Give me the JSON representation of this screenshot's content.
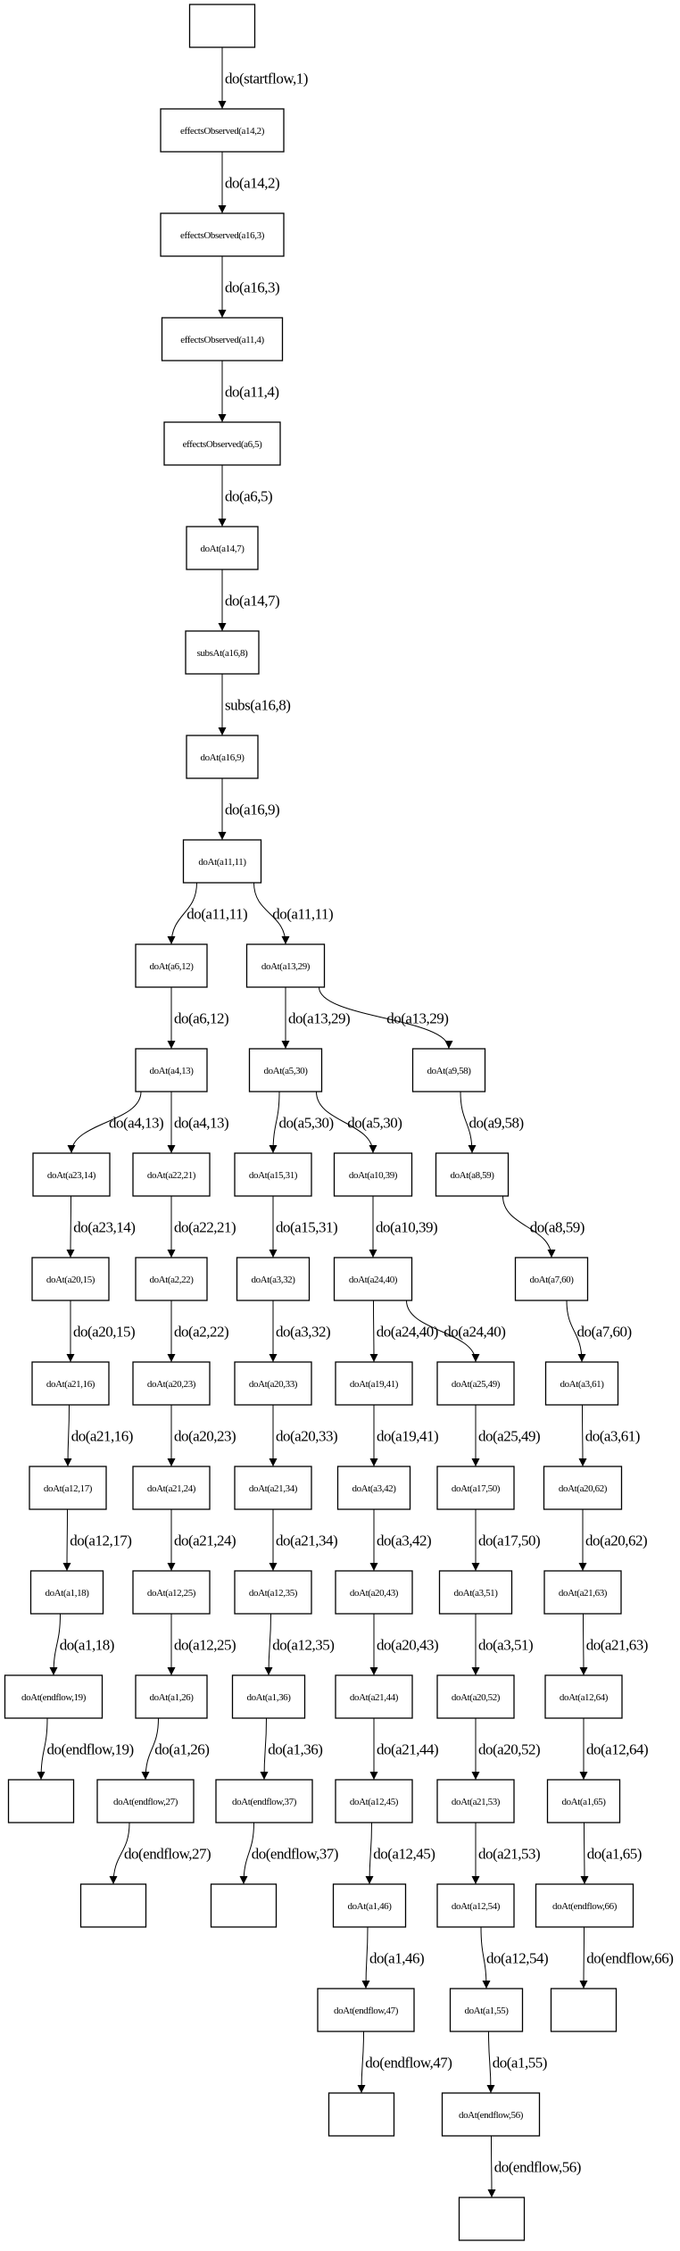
{
  "graph": {
    "nodes": [
      {
        "id": 0,
        "label": ""
      },
      {
        "id": 1,
        "label": "effectsObserved(a14,2)"
      },
      {
        "id": 2,
        "label": "effectsObserved(a16,3)"
      },
      {
        "id": 3,
        "label": "effectsObserved(a11,4)"
      },
      {
        "id": 4,
        "label": "effectsObserved(a6,5)"
      },
      {
        "id": 5,
        "label": "doAt(a14,7)"
      },
      {
        "id": 6,
        "label": "subsAt(a16,8)"
      },
      {
        "id": 7,
        "label": "doAt(a16,9)"
      },
      {
        "id": 8,
        "label": "doAt(a11,11)"
      },
      {
        "id": 9,
        "label": "doAt(a6,12)"
      },
      {
        "id": 10,
        "label": "doAt(a13,29)"
      },
      {
        "id": 11,
        "label": "doAt(a4,13)"
      },
      {
        "id": 12,
        "label": "doAt(a5,30)"
      },
      {
        "id": 13,
        "label": "doAt(a9,58)"
      },
      {
        "id": 14,
        "label": "doAt(a23,14)"
      },
      {
        "id": 15,
        "label": "doAt(a22,21)"
      },
      {
        "id": 16,
        "label": "doAt(a15,31)"
      },
      {
        "id": 17,
        "label": "doAt(a10,39)"
      },
      {
        "id": 18,
        "label": "doAt(a8,59)"
      },
      {
        "id": 19,
        "label": "doAt(a20,15)"
      },
      {
        "id": 20,
        "label": "doAt(a2,22)"
      },
      {
        "id": 21,
        "label": "doAt(a3,32)"
      },
      {
        "id": 22,
        "label": "doAt(a24,40)"
      },
      {
        "id": 23,
        "label": "doAt(a7,60)"
      },
      {
        "id": 24,
        "label": "doAt(a21,16)"
      },
      {
        "id": 25,
        "label": "doAt(a20,23)"
      },
      {
        "id": 26,
        "label": "doAt(a20,33)"
      },
      {
        "id": 27,
        "label": "doAt(a19,41)"
      },
      {
        "id": 28,
        "label": "doAt(a25,49)"
      },
      {
        "id": 29,
        "label": "doAt(a3,61)"
      },
      {
        "id": 30,
        "label": "doAt(a12,17)"
      },
      {
        "id": 31,
        "label": "doAt(a21,24)"
      },
      {
        "id": 32,
        "label": "doAt(a21,34)"
      },
      {
        "id": 33,
        "label": "doAt(a3,42)"
      },
      {
        "id": 34,
        "label": "doAt(a17,50)"
      },
      {
        "id": 35,
        "label": "doAt(a20,62)"
      },
      {
        "id": 36,
        "label": "doAt(a1,18)"
      },
      {
        "id": 37,
        "label": "doAt(a12,25)"
      },
      {
        "id": 38,
        "label": "doAt(a12,35)"
      },
      {
        "id": 39,
        "label": "doAt(a20,43)"
      },
      {
        "id": 40,
        "label": "doAt(a3,51)"
      },
      {
        "id": 41,
        "label": "doAt(a21,63)"
      },
      {
        "id": 42,
        "label": "doAt(endflow,19)"
      },
      {
        "id": 43,
        "label": "doAt(a1,26)"
      },
      {
        "id": 44,
        "label": "doAt(a1,36)"
      },
      {
        "id": 45,
        "label": "doAt(a21,44)"
      },
      {
        "id": 46,
        "label": "doAt(a20,52)"
      },
      {
        "id": 47,
        "label": "doAt(a12,64)"
      },
      {
        "id": 48,
        "label": ""
      },
      {
        "id": 49,
        "label": "doAt(endflow,27)"
      },
      {
        "id": 50,
        "label": "doAt(endflow,37)"
      },
      {
        "id": 51,
        "label": "doAt(a12,45)"
      },
      {
        "id": 52,
        "label": "doAt(a21,53)"
      },
      {
        "id": 53,
        "label": "doAt(a1,65)"
      },
      {
        "id": 54,
        "label": ""
      },
      {
        "id": 55,
        "label": ""
      },
      {
        "id": 56,
        "label": "doAt(a1,46)"
      },
      {
        "id": 57,
        "label": "doAt(a12,54)"
      },
      {
        "id": 58,
        "label": "doAt(endflow,66)"
      },
      {
        "id": 59,
        "label": "doAt(endflow,47)"
      },
      {
        "id": 60,
        "label": "doAt(a1,55)"
      },
      {
        "id": 61,
        "label": ""
      },
      {
        "id": 62,
        "label": ""
      },
      {
        "id": 63,
        "label": "doAt(endflow,56)"
      },
      {
        "id": 64,
        "label": ""
      }
    ],
    "edges": [
      {
        "from": 0,
        "to": 1,
        "label": "do(startflow,1)"
      },
      {
        "from": 1,
        "to": 2,
        "label": "do(a14,2)"
      },
      {
        "from": 2,
        "to": 3,
        "label": "do(a16,3)"
      },
      {
        "from": 3,
        "to": 4,
        "label": "do(a11,4)"
      },
      {
        "from": 4,
        "to": 5,
        "label": "do(a6,5)"
      },
      {
        "from": 5,
        "to": 6,
        "label": "do(a14,7)"
      },
      {
        "from": 6,
        "to": 7,
        "label": "subs(a16,8)"
      },
      {
        "from": 7,
        "to": 8,
        "label": "do(a16,9)"
      },
      {
        "from": 8,
        "to": 9,
        "label": "do(a11,11)"
      },
      {
        "from": 8,
        "to": 10,
        "label": "do(a11,11)"
      },
      {
        "from": 9,
        "to": 11,
        "label": "do(a6,12)"
      },
      {
        "from": 10,
        "to": 12,
        "label": "do(a13,29)"
      },
      {
        "from": 10,
        "to": 13,
        "label": "do(a13,29)"
      },
      {
        "from": 11,
        "to": 14,
        "label": "do(a4,13)"
      },
      {
        "from": 11,
        "to": 15,
        "label": "do(a4,13)"
      },
      {
        "from": 12,
        "to": 16,
        "label": "do(a5,30)"
      },
      {
        "from": 12,
        "to": 17,
        "label": "do(a5,30)"
      },
      {
        "from": 13,
        "to": 18,
        "label": "do(a9,58)"
      },
      {
        "from": 14,
        "to": 19,
        "label": "do(a23,14)"
      },
      {
        "from": 15,
        "to": 20,
        "label": "do(a22,21)"
      },
      {
        "from": 16,
        "to": 21,
        "label": "do(a15,31)"
      },
      {
        "from": 17,
        "to": 22,
        "label": "do(a10,39)"
      },
      {
        "from": 18,
        "to": 23,
        "label": "do(a8,59)"
      },
      {
        "from": 19,
        "to": 24,
        "label": "do(a20,15)"
      },
      {
        "from": 20,
        "to": 25,
        "label": "do(a2,22)"
      },
      {
        "from": 21,
        "to": 26,
        "label": "do(a3,32)"
      },
      {
        "from": 22,
        "to": 27,
        "label": "do(a24,40)"
      },
      {
        "from": 22,
        "to": 28,
        "label": "do(a24,40)"
      },
      {
        "from": 23,
        "to": 29,
        "label": "do(a7,60)"
      },
      {
        "from": 24,
        "to": 30,
        "label": "do(a21,16)"
      },
      {
        "from": 25,
        "to": 31,
        "label": "do(a20,23)"
      },
      {
        "from": 26,
        "to": 32,
        "label": "do(a20,33)"
      },
      {
        "from": 27,
        "to": 33,
        "label": "do(a19,41)"
      },
      {
        "from": 28,
        "to": 34,
        "label": "do(a25,49)"
      },
      {
        "from": 29,
        "to": 35,
        "label": "do(a3,61)"
      },
      {
        "from": 30,
        "to": 36,
        "label": "do(a12,17)"
      },
      {
        "from": 31,
        "to": 37,
        "label": "do(a21,24)"
      },
      {
        "from": 32,
        "to": 38,
        "label": "do(a21,34)"
      },
      {
        "from": 33,
        "to": 39,
        "label": "do(a3,42)"
      },
      {
        "from": 34,
        "to": 40,
        "label": "do(a17,50)"
      },
      {
        "from": 35,
        "to": 41,
        "label": "do(a20,62)"
      },
      {
        "from": 36,
        "to": 42,
        "label": "do(a1,18)"
      },
      {
        "from": 37,
        "to": 43,
        "label": "do(a12,25)"
      },
      {
        "from": 38,
        "to": 44,
        "label": "do(a12,35)"
      },
      {
        "from": 39,
        "to": 45,
        "label": "do(a20,43)"
      },
      {
        "from": 40,
        "to": 46,
        "label": "do(a3,51)"
      },
      {
        "from": 41,
        "to": 47,
        "label": "do(a21,63)"
      },
      {
        "from": 42,
        "to": 48,
        "label": "do(endflow,19)"
      },
      {
        "from": 43,
        "to": 49,
        "label": "do(a1,26)"
      },
      {
        "from": 44,
        "to": 50,
        "label": "do(a1,36)"
      },
      {
        "from": 45,
        "to": 51,
        "label": "do(a21,44)"
      },
      {
        "from": 46,
        "to": 52,
        "label": "do(a20,52)"
      },
      {
        "from": 47,
        "to": 53,
        "label": "do(a12,64)"
      },
      {
        "from": 49,
        "to": 54,
        "label": "do(endflow,27)"
      },
      {
        "from": 50,
        "to": 55,
        "label": "do(endflow,37)"
      },
      {
        "from": 51,
        "to": 56,
        "label": "do(a12,45)"
      },
      {
        "from": 52,
        "to": 57,
        "label": "do(a21,53)"
      },
      {
        "from": 53,
        "to": 58,
        "label": "do(a1,65)"
      },
      {
        "from": 56,
        "to": 59,
        "label": "do(a1,46)"
      },
      {
        "from": 57,
        "to": 60,
        "label": "do(a12,54)"
      },
      {
        "from": 58,
        "to": 61,
        "label": "do(endflow,66)"
      },
      {
        "from": 59,
        "to": 62,
        "label": "do(endflow,47)"
      },
      {
        "from": 60,
        "to": 63,
        "label": "do(a1,55)"
      },
      {
        "from": 63,
        "to": 64,
        "label": "do(endflow,56)"
      }
    ]
  }
}
